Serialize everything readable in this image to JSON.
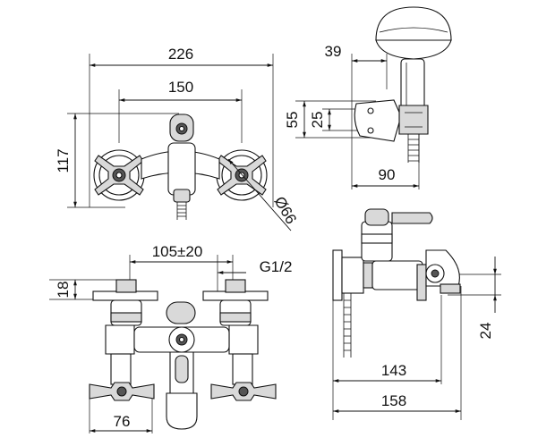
{
  "dimensions": {
    "top_overall_width": "226",
    "top_center_distance": "150",
    "top_height": "117",
    "handle_diameter": "Ø66",
    "shower_offset": "39",
    "holder_height": "55",
    "holder_inner_height": "25",
    "holder_depth": "90",
    "adjustable_centers": "105±20",
    "thread_size": "G1/2",
    "bottom_height": "18",
    "bottom_width": "76",
    "side_depth_inner": "143",
    "side_depth_outer": "158",
    "side_height": "24"
  }
}
